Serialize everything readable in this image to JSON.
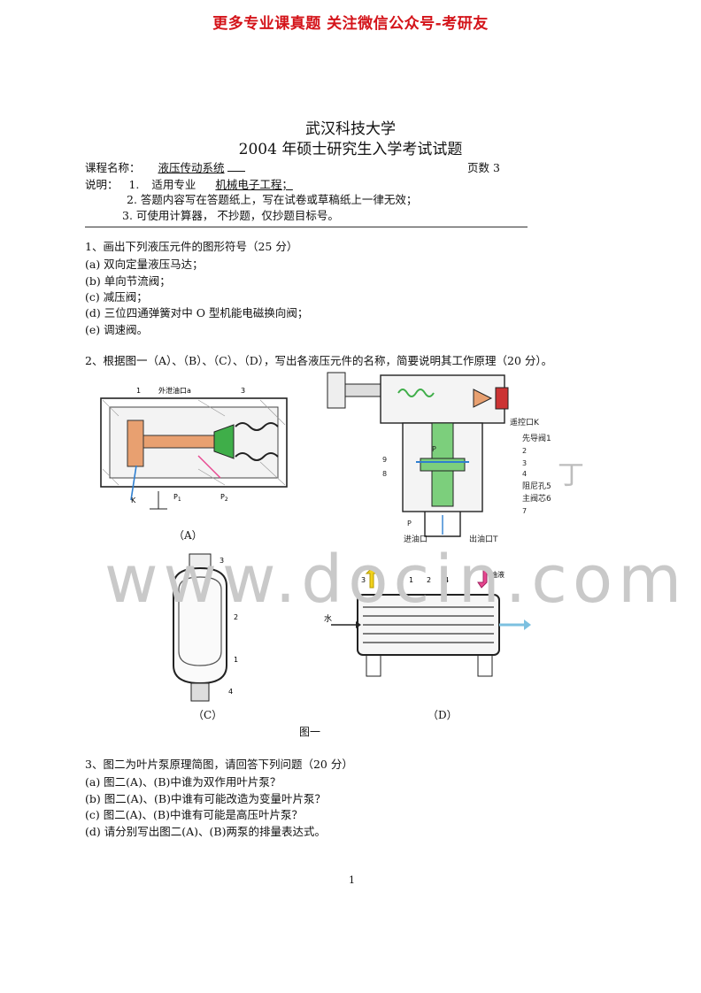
{
  "banner": "更多专业课真题 关注微信公众号-考研友",
  "header": {
    "university": "武汉科技大学",
    "exam_title": "2004 年硕士研究生入学考试试题",
    "course_label": "课程名称：",
    "course_name": "液压传动系统",
    "page_count": "页数 3",
    "notes_label": "说明：",
    "note1_num": "1.",
    "note1_text": "适用专业",
    "note1_value": "机械电子工程；",
    "note2": "2.  答题内容写在答题纸上，写在试卷或草稿纸上一律无效；",
    "note3": "3.  可使用计算器，  不抄题，仅抄题目标号。"
  },
  "q1": {
    "title": "1、画出下列液压元件的图形符号（25 分）",
    "items": [
      "(a) 双向定量液压马达；",
      "(b) 单向节流阀；",
      "(c) 减压阀；",
      "(d) 三位四通弹簧对中 O 型机能电磁换向阀；",
      "(e) 调速阀。"
    ]
  },
  "q2": {
    "title": "2、根据图一（A）、（B）、（C）、（D），写出各液压元件的名称，简要说明其工作原理（20 分）。"
  },
  "figure": {
    "a_labels": [
      "1",
      "外泄油口a",
      "3",
      "K",
      "P",
      "P"
    ],
    "a_sub": [
      "1",
      "2"
    ],
    "b_labels": [
      "遥控口K",
      "先导阀1",
      "阻尼孔5",
      "主阀芯6",
      "进油口",
      "出油口T",
      "P",
      "P"
    ],
    "b_nums": [
      "9",
      "8",
      "2",
      "3",
      "4",
      "7"
    ],
    "c_labels": [
      "3",
      "2",
      "1",
      "4"
    ],
    "d_labels": [
      "3",
      "1",
      "2",
      "4",
      "3",
      "油液",
      "水"
    ],
    "caption_a": "（A）",
    "caption_c": "（C）",
    "caption_d": "（D）",
    "caption_main": "图一",
    "watermark": "www.docin.com",
    "watermark_extra": "丁"
  },
  "q3": {
    "title": "3、图二为叶片泵原理简图，请回答下列问题（20 分）",
    "items": [
      "(a) 图二(A)、(B)中谁为双作用叶片泵？",
      "(b) 图二(A)、(B)中谁有可能改造为变量叶片泵？",
      "(c) 图二(A)、(B)中谁有可能是高压叶片泵？",
      "(d) 请分别写出图二(A)、(B)两泵的排量表达式。"
    ]
  },
  "footer": {
    "page_number": "1"
  },
  "colors": {
    "banner": "#d4141a",
    "watermark": "#c9c9c9",
    "spool": "#e8a070",
    "green": "#3fae49",
    "blue": "#2f7fd0",
    "yellow": "#f2d21b",
    "pink": "#e8478f"
  }
}
